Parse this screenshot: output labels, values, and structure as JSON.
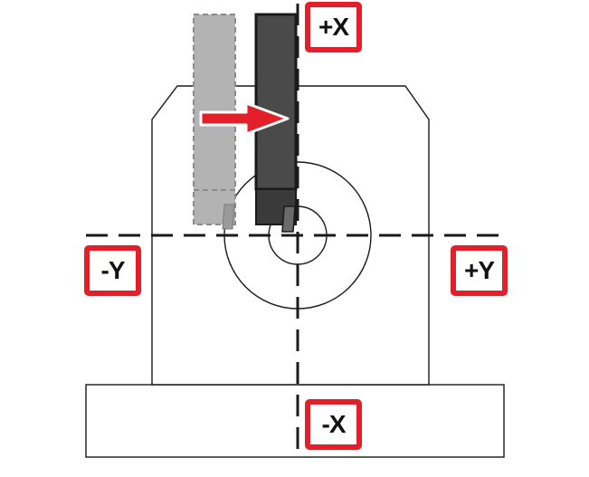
{
  "labels": {
    "plus_x": "+X",
    "minus_x": "-X",
    "plus_y": "+Y",
    "minus_y": "-Y"
  },
  "colors": {
    "badge_border": "#e3202a",
    "arrow": "#e3202a",
    "tool_dark": "#4a4a4a",
    "tool_ghost": "#b3b3b3",
    "line": "#1a1a1a"
  },
  "icons": {
    "direction_arrow": "right-arrow-icon"
  }
}
